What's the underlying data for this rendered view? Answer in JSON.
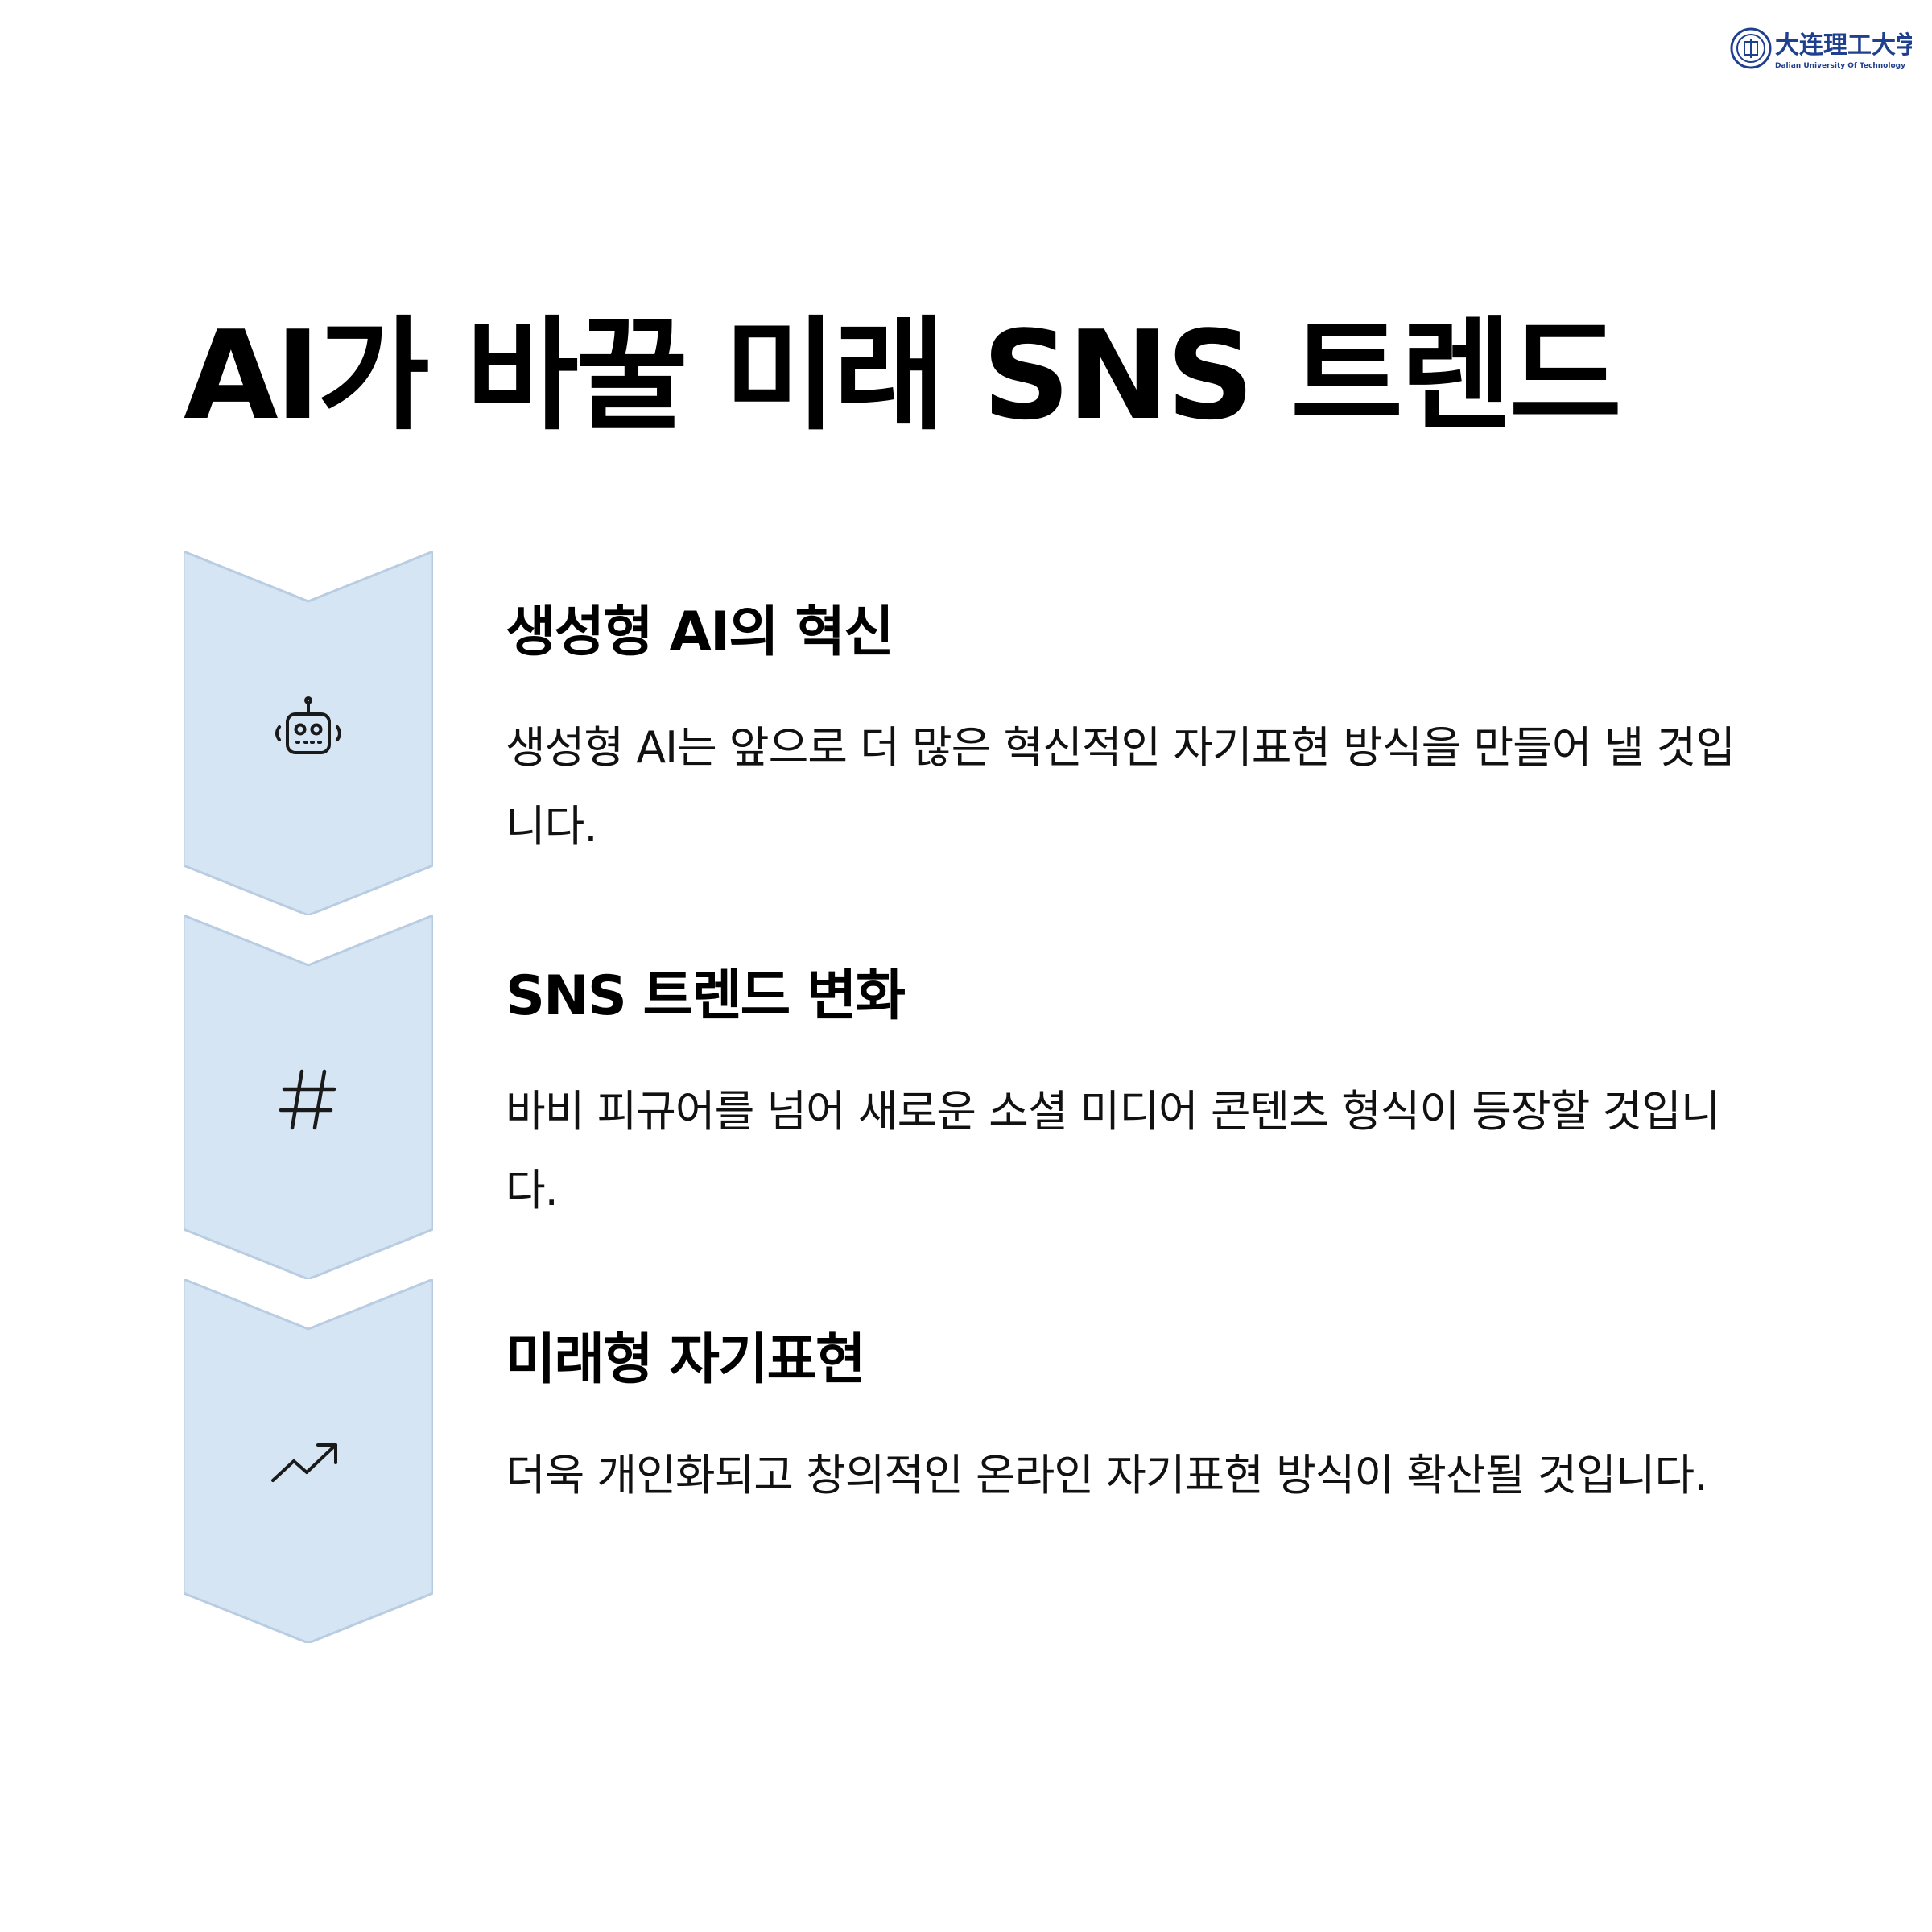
{
  "header": {
    "logo_text": "大连理工大学",
    "logo_subtext": "Dalian University Of Technology"
  },
  "title": "AI가 바꿀 미래 SNS 트렌드",
  "colors": {
    "chevron_fill": "#d6e5f4",
    "chevron_stroke": "#b9cde2",
    "icon_stroke": "#1a1a1a",
    "logo_blue": "#1f3f8f"
  },
  "steps": [
    {
      "icon": "robot-icon",
      "title": "생성형 AI의 혁신",
      "description": "생성형 AI는 앞으로 더 많은 혁신적인 자기표현 방식을 만들어 낼 것입니다."
    },
    {
      "icon": "hashtag-icon",
      "title": "SNS 트렌드 변화",
      "description": "바비 피규어를 넘어 새로운 소셜 미디어 콘텐츠 형식이 등장할 것입니다."
    },
    {
      "icon": "trending-up-icon",
      "title": "미래형 자기표현",
      "description": "더욱 개인화되고 창의적인 온라인 자기표현 방식이 확산될 것입니다."
    }
  ]
}
